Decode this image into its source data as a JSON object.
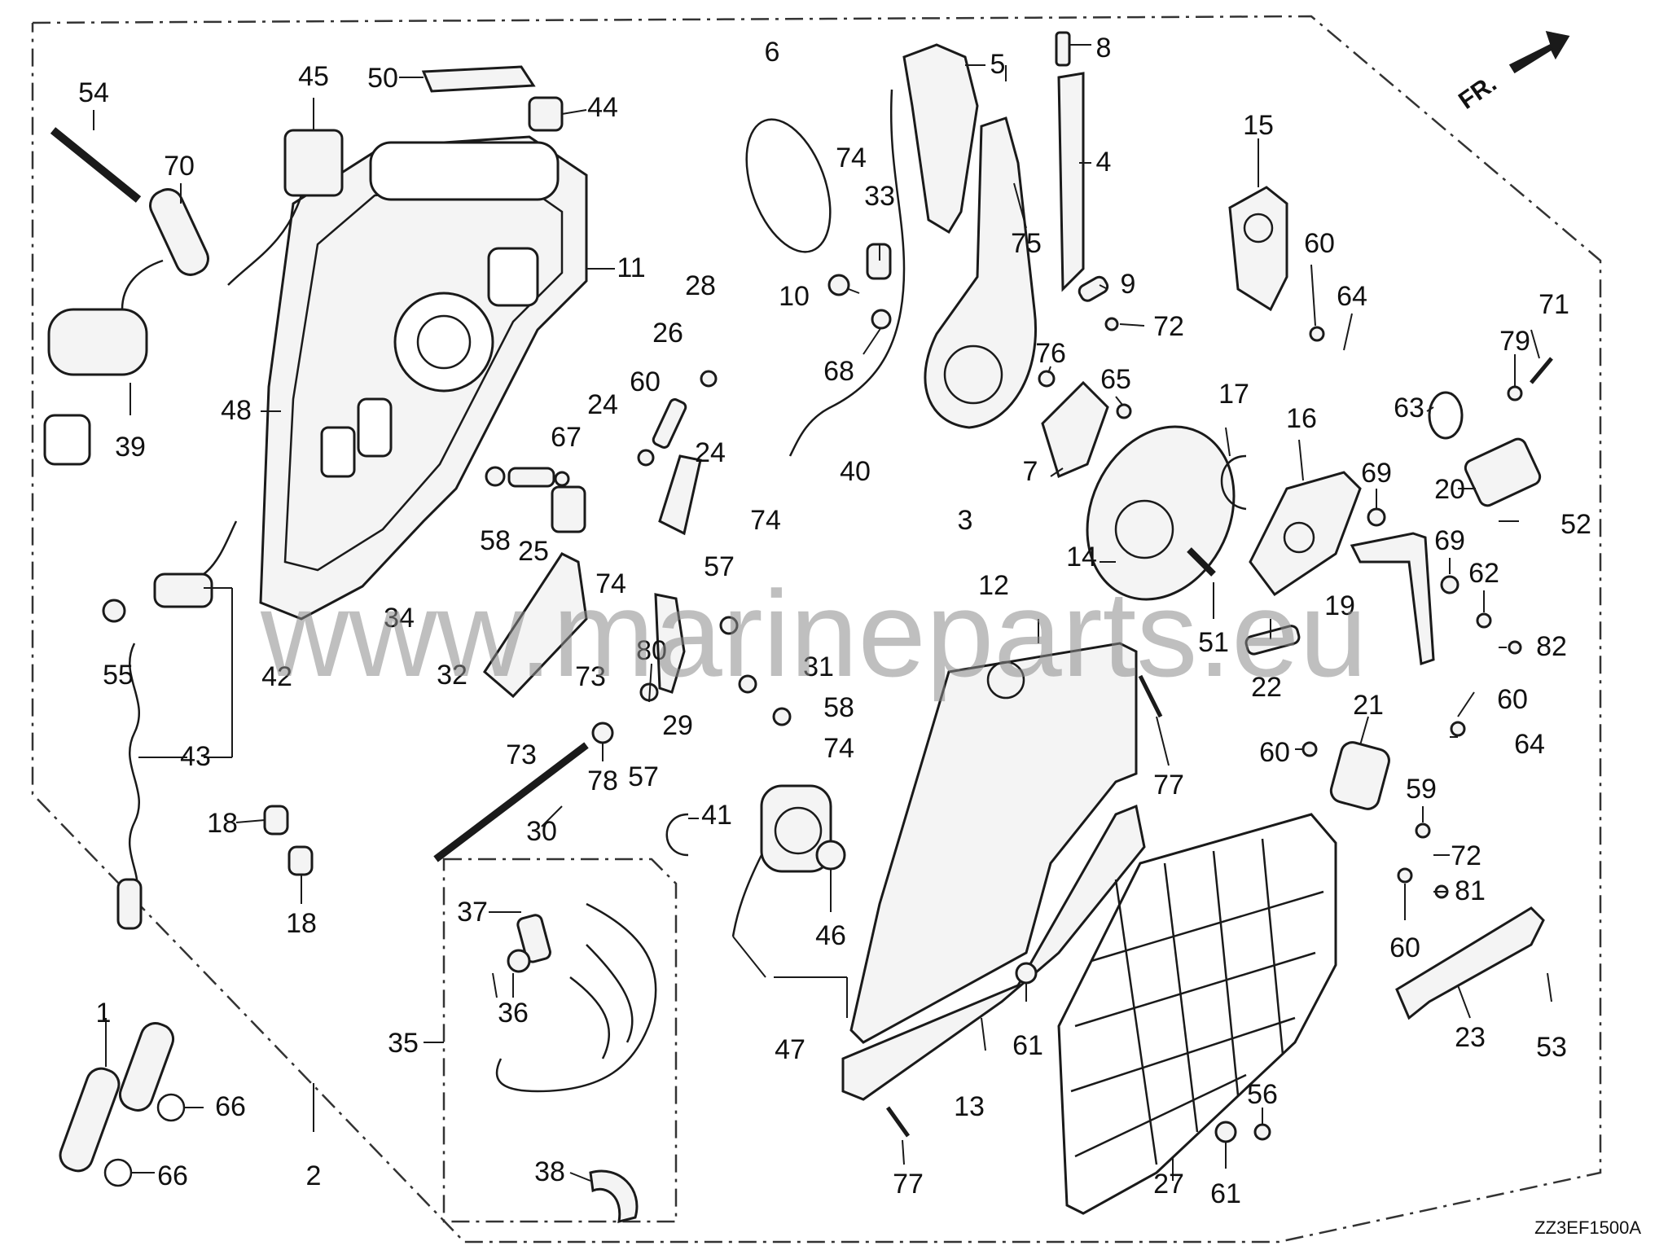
{
  "diagram": {
    "direction_marker": "FR.",
    "drawing_code": "ZZ3EF1500A",
    "watermark": "www.marineparts.eu",
    "part_labels": [
      "1",
      "2",
      "3",
      "4",
      "5",
      "6",
      "7",
      "8",
      "9",
      "10",
      "11",
      "12",
      "13",
      "14",
      "15",
      "16",
      "17",
      "18",
      "18",
      "19",
      "20",
      "21",
      "22",
      "23",
      "24",
      "24",
      "25",
      "26",
      "27",
      "28",
      "29",
      "30",
      "31",
      "32",
      "33",
      "34",
      "35",
      "36",
      "37",
      "38",
      "39",
      "40",
      "41",
      "42",
      "43",
      "44",
      "45",
      "46",
      "47",
      "48",
      "50",
      "51",
      "52",
      "53",
      "54",
      "55",
      "56",
      "57",
      "57",
      "58",
      "58",
      "59",
      "60",
      "60",
      "60",
      "60",
      "60",
      "61",
      "61",
      "62",
      "63",
      "64",
      "64",
      "65",
      "66",
      "66",
      "67",
      "68",
      "69",
      "69",
      "70",
      "71",
      "72",
      "72",
      "73",
      "73",
      "74",
      "74",
      "74",
      "74",
      "75",
      "76",
      "77",
      "77",
      "78",
      "79",
      "80",
      "81",
      "82"
    ]
  }
}
